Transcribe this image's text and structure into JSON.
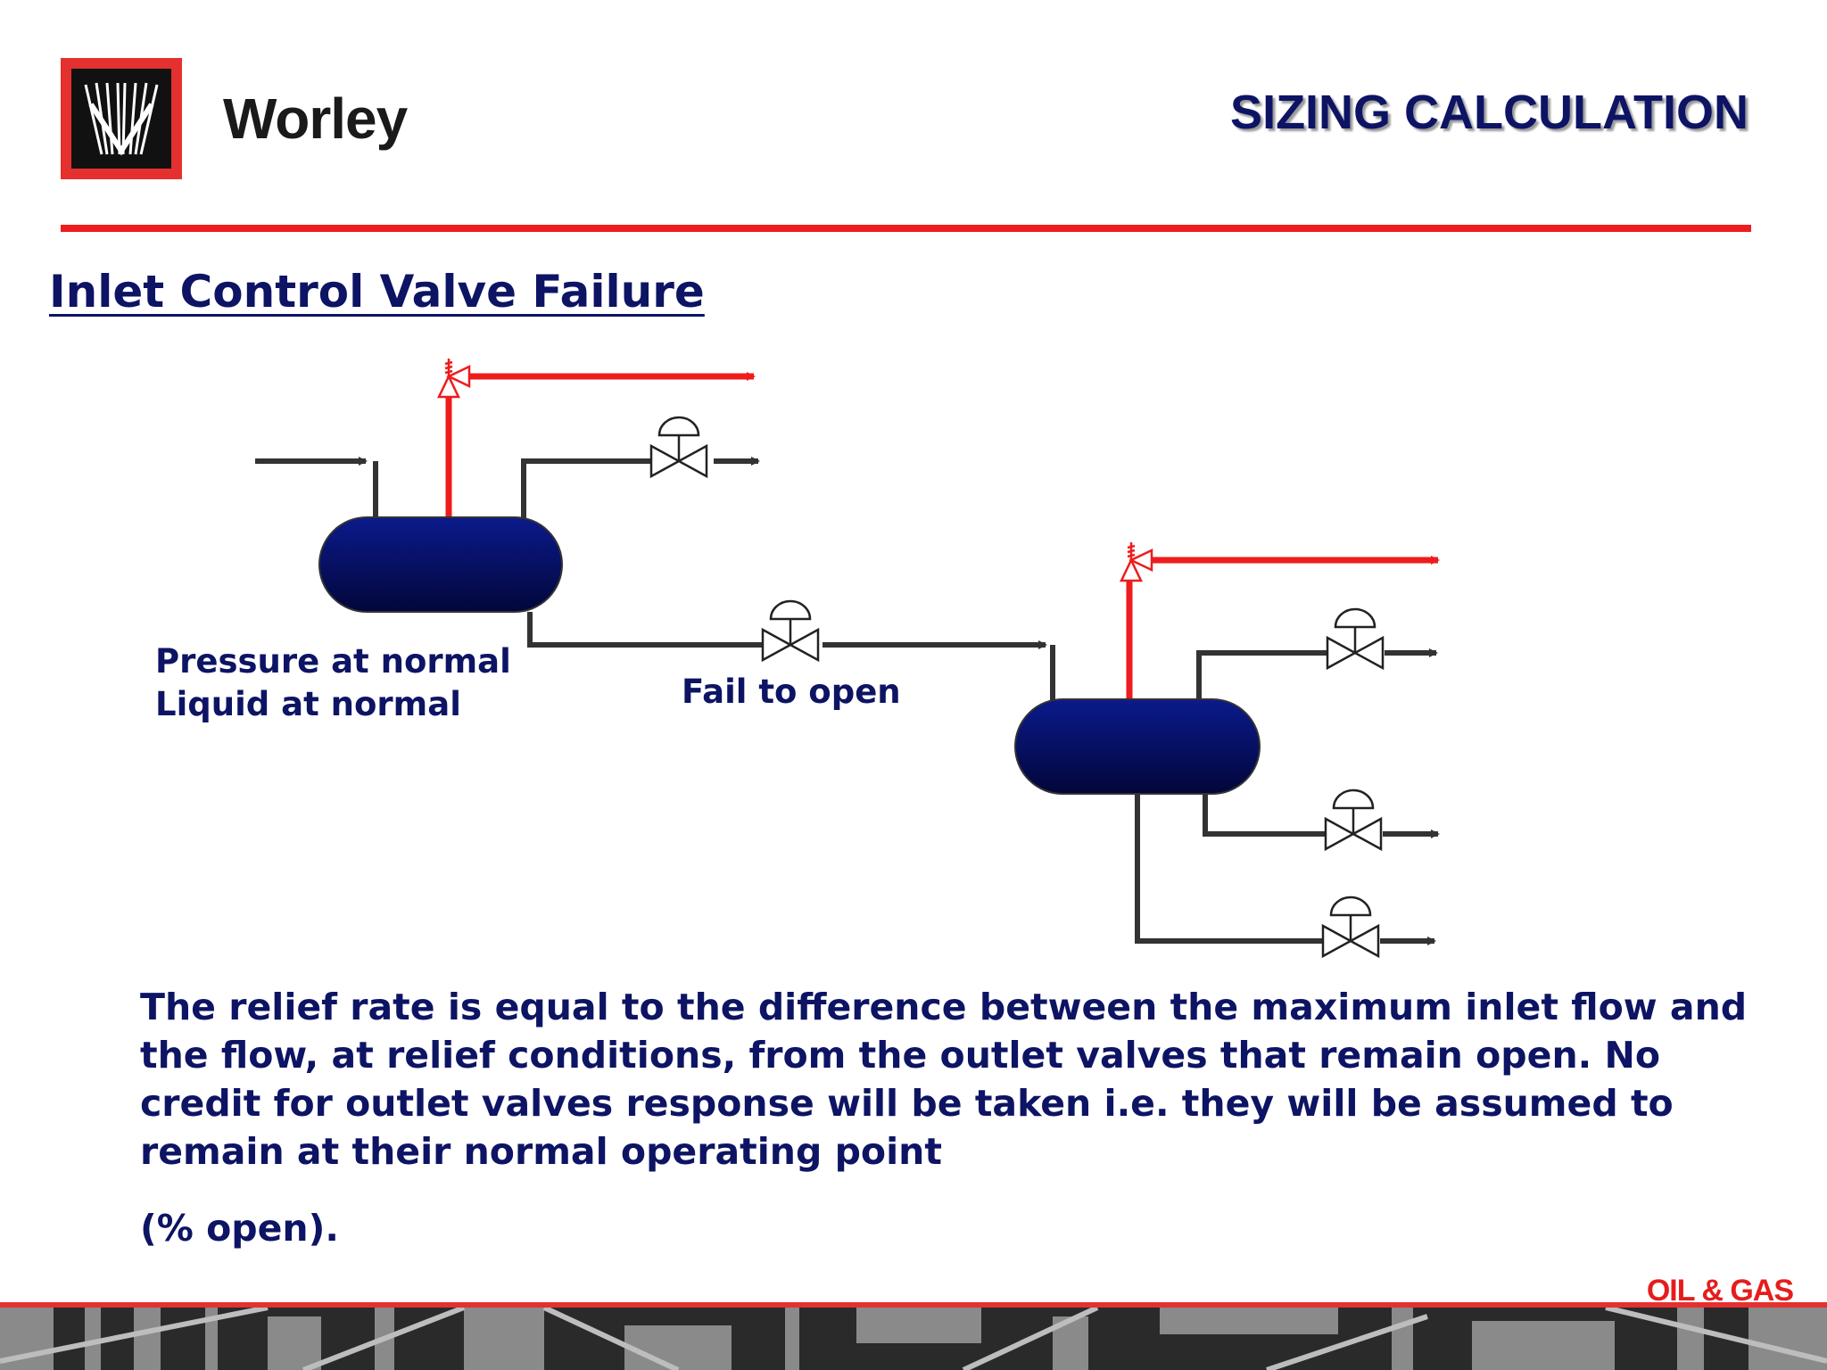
{
  "header": {
    "brand": "Worley",
    "title": "SIZING CALCULATION"
  },
  "subtitle": "Inlet Control Valve Failure",
  "diagram": {
    "vessel1_label_line1": "Pressure at normal",
    "vessel1_label_line2": "Liquid at normal",
    "valve_label": "Fail to open"
  },
  "body": {
    "paragraph": "The relief rate is equal to the difference between the maximum inlet flow and the flow, at relief conditions, from the outlet valves that remain open.  No credit for outlet valves response will be taken i.e. they will be assumed to remain at their normal operating point",
    "tail": "(% open)."
  },
  "footer": {
    "division": "OIL & GAS"
  },
  "colors": {
    "navy": "#0d1464",
    "red": "#ee1c1c",
    "pipe": "#333333"
  }
}
